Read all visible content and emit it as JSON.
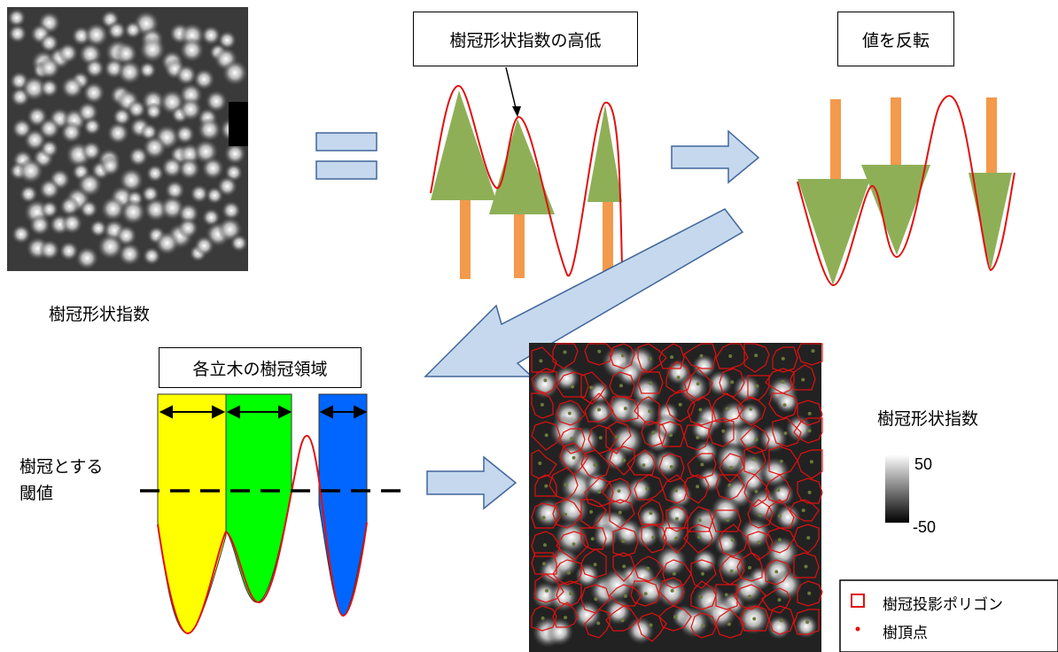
{
  "labels": {
    "tl_caption": "樹冠形状指数",
    "box_height": "樹冠形状指数の高低",
    "box_invert": "値を反転",
    "box_regions": "各立木の樹冠領域",
    "threshold_line1": "樹冠とする",
    "threshold_line2": "閾値",
    "colorbar_title": "樹冠形状指数",
    "colorbar_max": "50",
    "colorbar_min": "-50",
    "legend_polygon": "樹冠投影ポリゴン",
    "legend_apex": "樹頂点"
  },
  "colors": {
    "crown_green": "#8faf57",
    "trunk_orange": "#f39a4c",
    "curve_red": "#e01010",
    "arrow_fill": "#c5d8ee",
    "arrow_stroke": "#41669a",
    "region_yellow": "#ffff00",
    "region_green": "#00ff00",
    "region_blue": "#0066ff",
    "apex_dot": "#6b7a3a"
  }
}
